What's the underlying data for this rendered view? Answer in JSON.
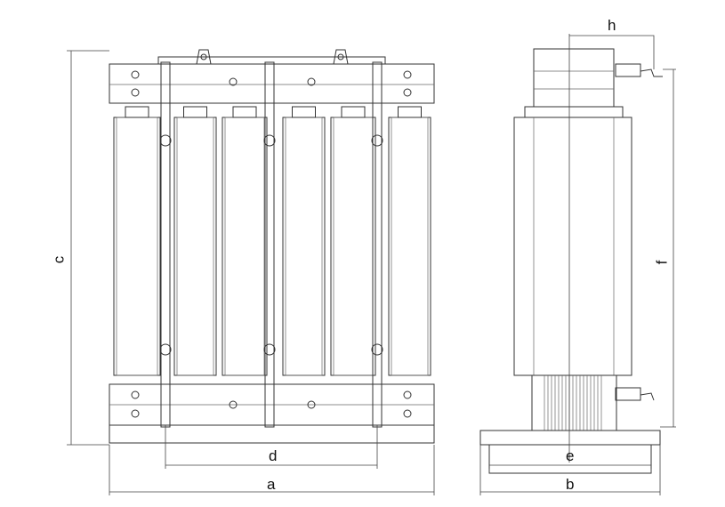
{
  "dimensions": {
    "a": "a",
    "b": "b",
    "c": "c",
    "d": "d",
    "e": "e",
    "f": "f",
    "h": "h"
  },
  "colors": {
    "line": "#333333",
    "background": "#ffffff"
  }
}
